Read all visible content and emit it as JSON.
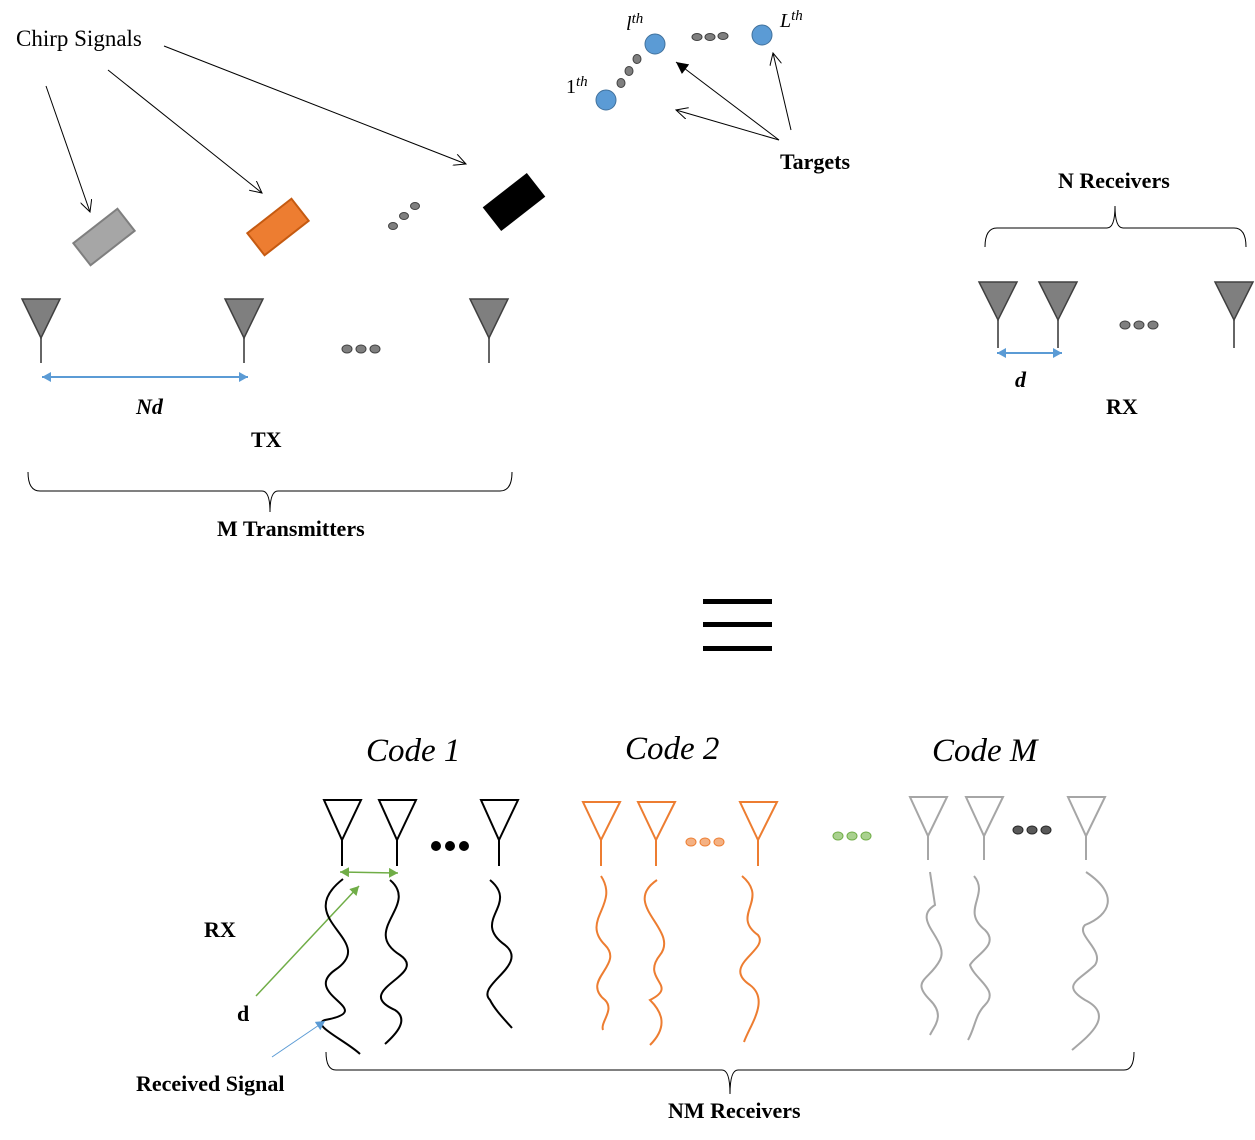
{
  "labels": {
    "chirp_signals": "Chirp Signals",
    "targets": "Targets",
    "target_first_base": "1",
    "target_first_sup": "th",
    "target_l_base": "l",
    "target_l_sup": "th",
    "target_L_base": "L",
    "target_L_sup": "th",
    "n_receivers": "N Receivers",
    "d_top": "d",
    "rx_top": "RX",
    "nd": "Nd",
    "tx": "TX",
    "m_transmitters": "M Transmitters",
    "code1": "Code 1",
    "code2": "Code 2",
    "codeM": "Code M",
    "rx_bottom": "RX",
    "d_bottom": "d",
    "received_signal": "Received Signal",
    "nm_receivers": "NM Receivers"
  },
  "colors": {
    "chirp_1": "#a6a6a6",
    "chirp_2": "#ed7d31",
    "chirp_m": "#000000",
    "target": "#5b9bd5",
    "arrow_blue": "#5b9bd5",
    "arrow_green": "#70ad47",
    "antenna_gray": "#7f7f7f",
    "code1": "#000000",
    "code2": "#ed7d31",
    "codeM": "#a6a6a6"
  },
  "icons": {
    "antenna": "triangle-antenna-icon",
    "ellipsis": "ellipsis-dots-icon",
    "equivalence": "triple-bar-icon",
    "target": "circle-target-icon"
  }
}
